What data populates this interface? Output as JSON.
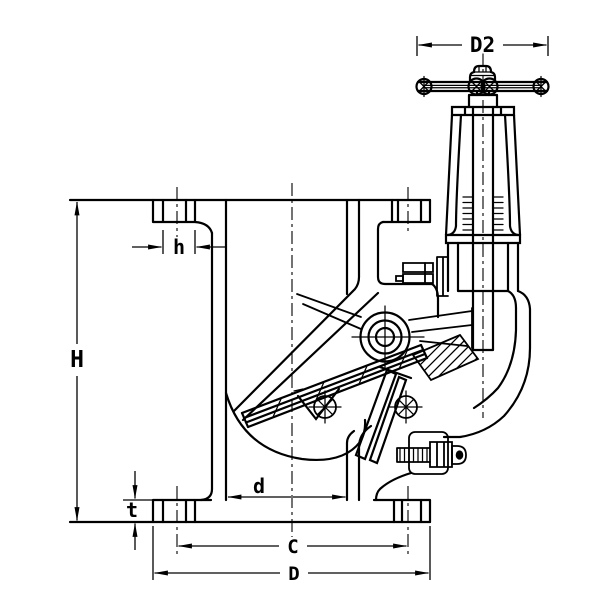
{
  "drawing": {
    "description": "Sectional technical drawing of an angle storm valve with handwheel",
    "labels": {
      "D2": "D2",
      "h": "h",
      "H": "H",
      "t": "t",
      "d": "d",
      "C": "C",
      "D": "D"
    }
  }
}
